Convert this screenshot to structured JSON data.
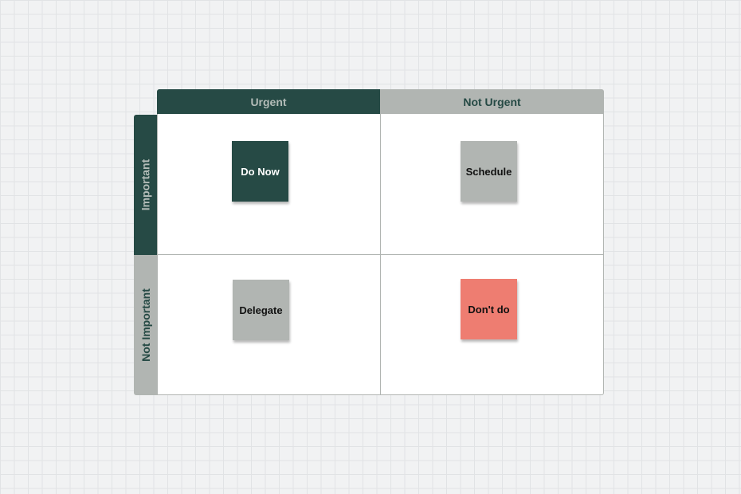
{
  "matrix": {
    "columns": {
      "urgent": "Urgent",
      "not_urgent": "Not Urgent"
    },
    "rows": {
      "important": "Important",
      "not_important": "Not Important"
    },
    "notes": {
      "do_now": "Do Now",
      "schedule": "Schedule",
      "delegate": "Delegate",
      "dont_do": "Don't do"
    }
  },
  "colors": {
    "dark_green": "#264a45",
    "gray": "#b1b5b2",
    "coral": "#ee7d71",
    "background": "#f1f2f3"
  }
}
